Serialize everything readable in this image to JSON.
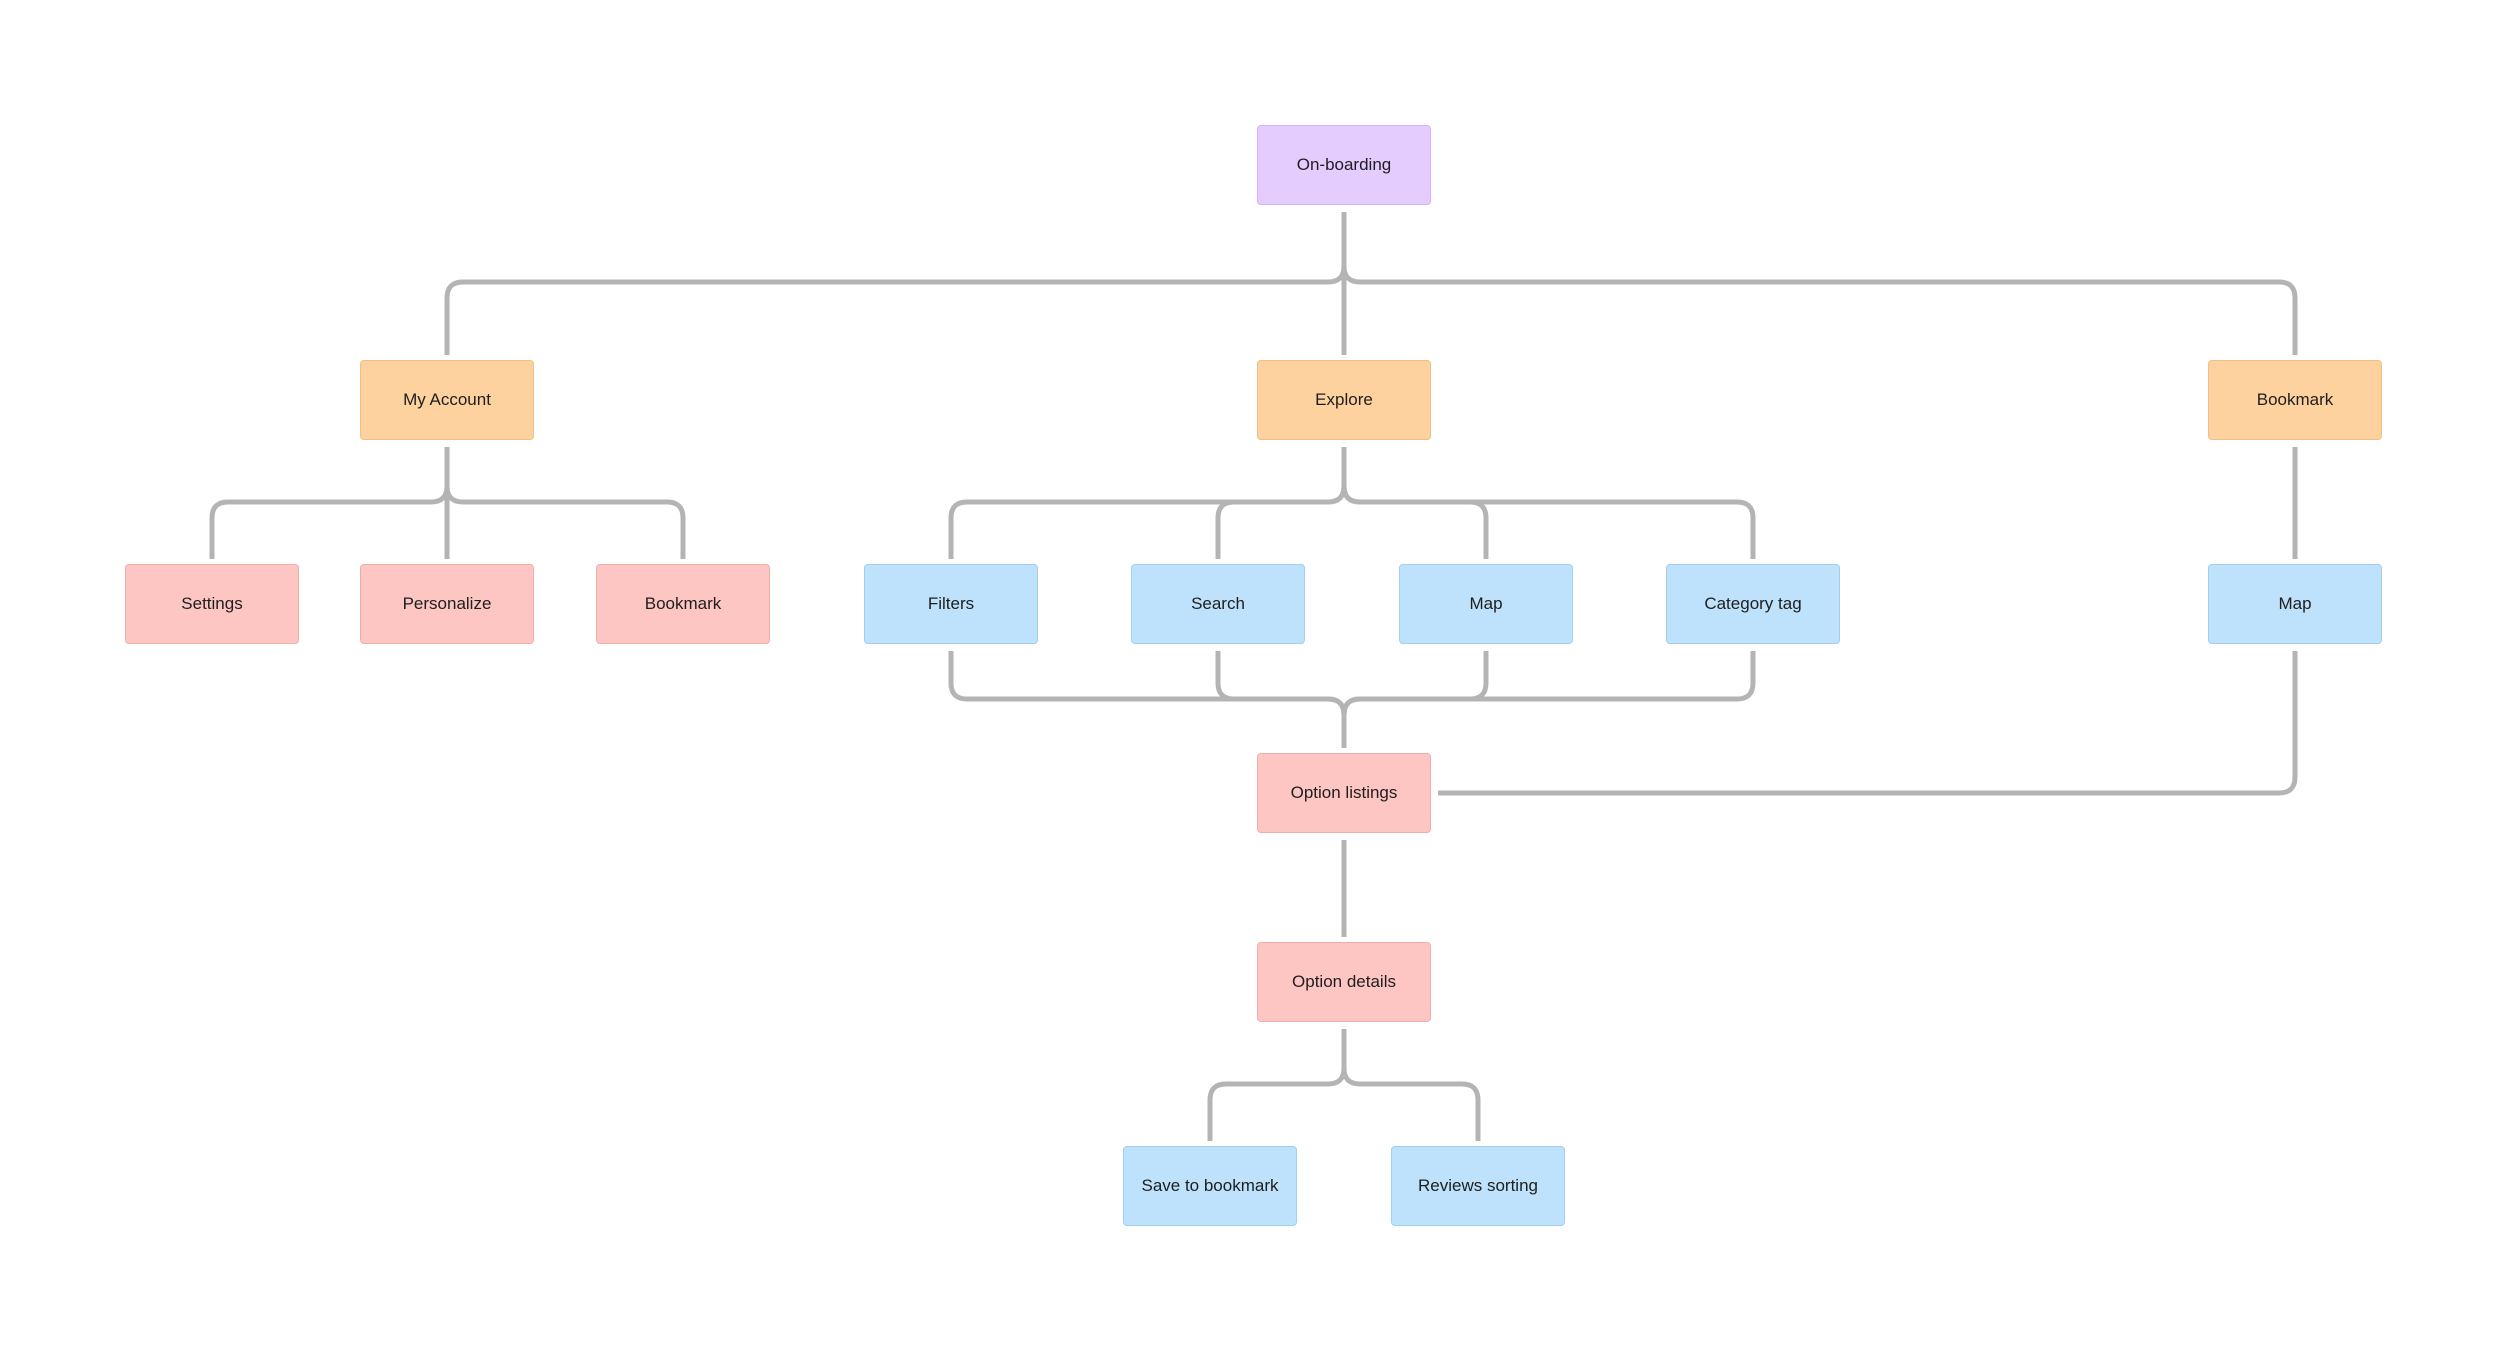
{
  "nodes": {
    "onboarding": "On-boarding",
    "my_account": "My Account",
    "explore": "Explore",
    "bookmark_top": "Bookmark",
    "settings": "Settings",
    "personalize": "Personalize",
    "bookmark_account": "Bookmark",
    "filters": "Filters",
    "search": "Search",
    "map_explore": "Map",
    "category_tag": "Category tag",
    "map_bookmark": "Map",
    "option_listings": "Option listings",
    "option_details": "Option details",
    "save_to_bookmark": "Save to bookmark",
    "reviews_sorting": "Reviews sorting"
  },
  "colors": {
    "level_root": "#e5ccff",
    "level_section": "#fdd29f",
    "level_page": "#fec6c3",
    "level_feature": "#bee2fb",
    "connector": "#b4b4b4"
  }
}
